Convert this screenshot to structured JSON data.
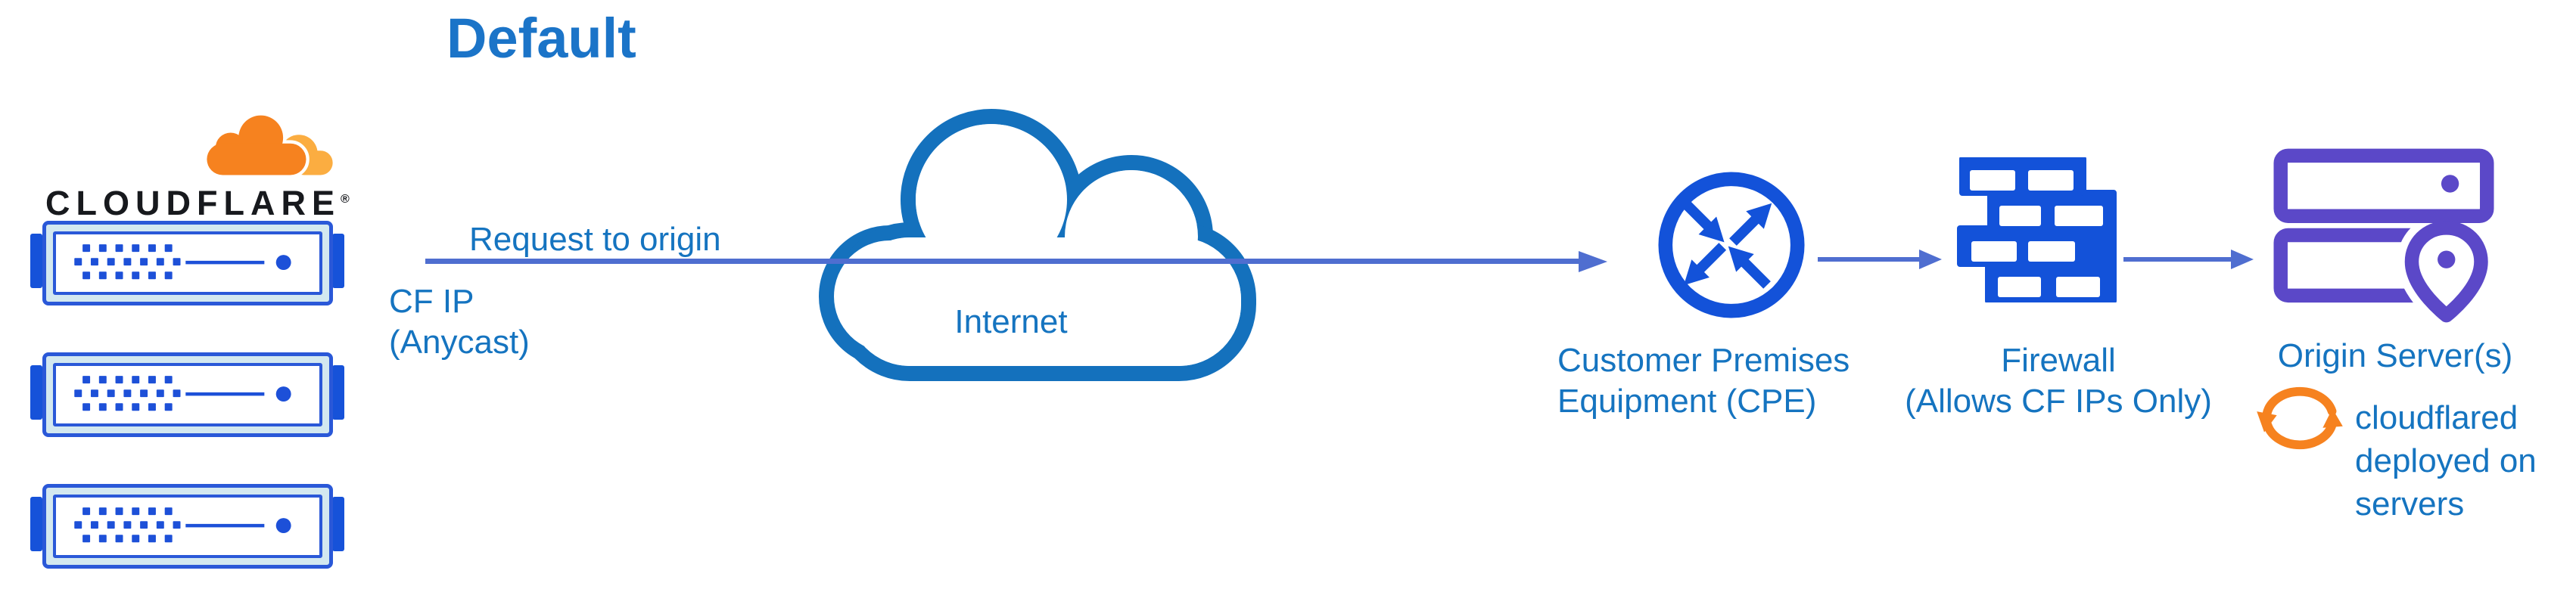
{
  "title": "Default",
  "colors": {
    "icon_blue": "#1352d9",
    "server_border_blue": "#2a58d8",
    "server_fill_light": "#d3e8f0",
    "label_text_blue": "#1574c0",
    "flow_line_blue": "#4f6ed0",
    "cloud_stroke_blue": "#1471bd",
    "title_blue": "#1b74c8",
    "cloudflare_orange": "#f6821f",
    "cloudflare_orange_light": "#fbad41",
    "origin_purple": "#5b48c8",
    "logo_text_dark": "#17191d"
  },
  "logo": {
    "brand": "CLOUDFLARE",
    "registered": "®",
    "icon": "cloudflare-cloud-logo"
  },
  "edge_labels": {
    "request": "Request to origin",
    "cf_ip_line1": "CF IP",
    "cf_ip_line2": "(Anycast)"
  },
  "nodes": {
    "cloudflare_servers": {
      "icon": "server-rack-icon",
      "count": 3
    },
    "internet": {
      "label": "Internet",
      "icon": "cloud-icon"
    },
    "cpe": {
      "line1": "Customer Premises",
      "line2": "Equipment (CPE)",
      "icon": "router-arrows-icon"
    },
    "firewall": {
      "line1": "Firewall",
      "line2": "(Allows CF IPs Only)",
      "icon": "brick-wall-icon"
    },
    "origin": {
      "label": "Origin Server(s)",
      "icon": "server-stack-location-pin-icon"
    },
    "cloudflared": {
      "line1": "cloudflared",
      "line2": "deployed on",
      "line3": "servers",
      "icon": "sync-arrows-icon"
    }
  }
}
